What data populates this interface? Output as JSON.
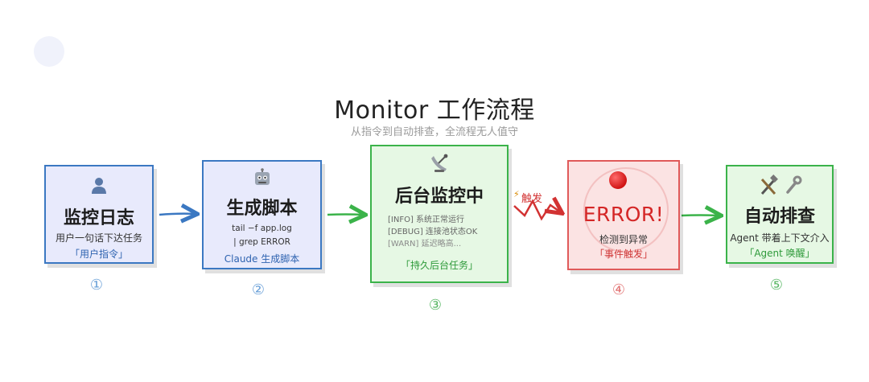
{
  "title": "Monitor 工作流程",
  "subtitle": "从指令到自动排查，全流程无人值守",
  "trigger_label": "触发",
  "steps": [
    {
      "icon": "user-icon",
      "title": "监控日志",
      "desc": "用户一句话下达任务",
      "tag": "「用户指令」",
      "num": "①"
    },
    {
      "icon": "robot-icon",
      "title": "生成脚本",
      "code_1": "tail −f app.log",
      "code_2": "| grep ERROR",
      "tag": "Claude 生成脚本",
      "num": "②"
    },
    {
      "icon": "satellite-icon",
      "title": "后台监控中",
      "logs": [
        "[INFO]  系统正常运行",
        "[DEBUG] 连接池状态OK",
        "[WARN]  延迟略高..."
      ],
      "tag": "「持久后台任务」",
      "num": "③"
    },
    {
      "icon": "alarm-dot-icon",
      "title": "ERROR!",
      "desc": "检测到异常",
      "tag": "「事件触发」",
      "num": "④"
    },
    {
      "icon": "tools-icon",
      "title": "自动排查",
      "desc": "Agent 带着上下文介入",
      "tag": "「Agent 唤醒」",
      "num": "⑤"
    }
  ],
  "colors": {
    "blue": "#3b78c2",
    "green": "#3bb34a",
    "red": "#e05a5a"
  }
}
